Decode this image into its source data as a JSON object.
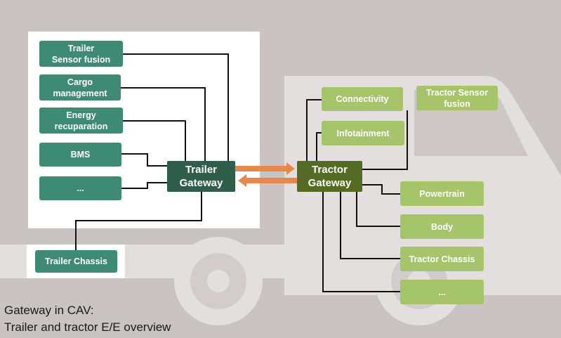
{
  "caption": {
    "line1": "Gateway in CAV:",
    "line2": "Trailer and tractor E/E overview"
  },
  "trailer": {
    "gateway": "Trailer\nGateway",
    "ecus": {
      "sensor_fusion": "Trailer\nSensor fusion",
      "cargo_management": "Cargo\nmanagement",
      "energy_recuparation": "Energy\nrecuparation",
      "bms": "BMS",
      "more": "...",
      "chassis": "Trailer Chassis"
    }
  },
  "tractor": {
    "gateway": "Tractor\nGateway",
    "ecus": {
      "connectivity": "Connectivity",
      "sensor_fusion": "Tractor Sensor\nfusion",
      "infotainment": "Infotainment",
      "powertrain": "Powertrain",
      "body": "Body",
      "chassis": "Tractor Chassis",
      "more": "..."
    }
  },
  "colors": {
    "background": "#c9c3c4",
    "panel": "#ffffff",
    "truck_silhouette": "#e3dfdf",
    "trailer_ecu": "#3f8a72",
    "trailer_gateway": "#2f5e4c",
    "tractor_ecu": "#a6c46a",
    "tractor_gateway": "#536b23",
    "arrow": "#e8884a",
    "line": "#111111"
  }
}
